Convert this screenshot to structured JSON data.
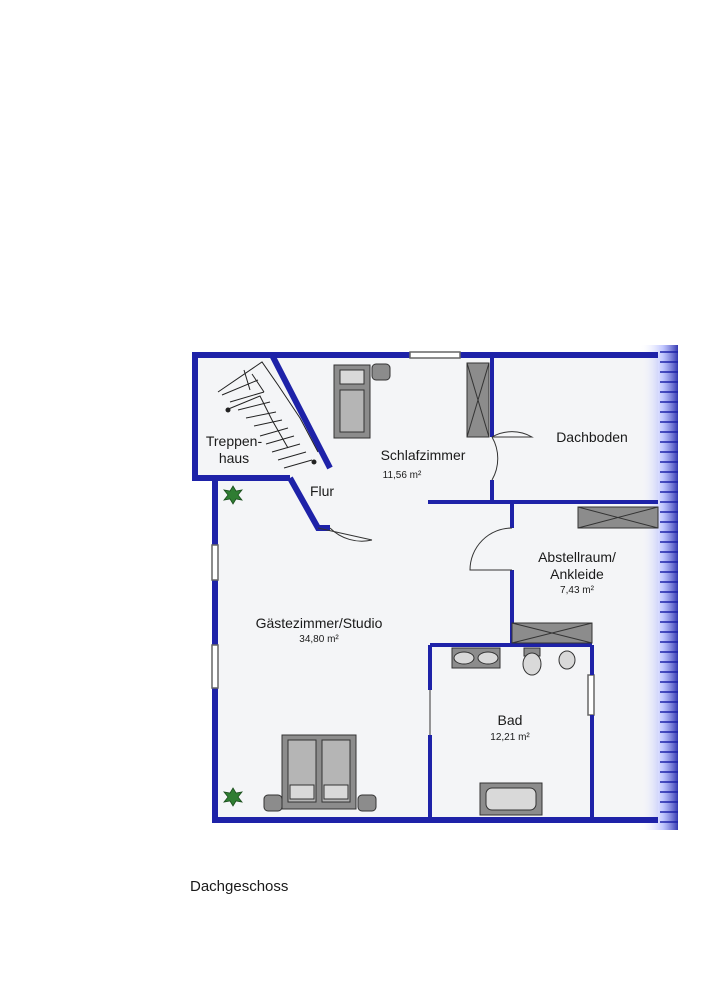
{
  "colors": {
    "wall": "#1e22a8",
    "floor": "#f4f5f7",
    "furniture": "#8c8c8c",
    "plant": "#2f7d32"
  },
  "icons": [
    "plant-icon",
    "bed-icon",
    "wardrobe-icon",
    "sink-icon",
    "toilet-icon",
    "bathtub-icon",
    "staircase-icon",
    "door-swing-icon"
  ],
  "rooms": {
    "treppenhaus": {
      "label_line1": "Treppen-",
      "label_line2": "haus"
    },
    "flur": {
      "label": "Flur"
    },
    "schlafzimmer": {
      "label": "Schlafzimmer",
      "area": "11,56 m²"
    },
    "dachboden": {
      "label": "Dachboden"
    },
    "abstellraum": {
      "label_line1": "Abstellraum/",
      "label_line2": "Ankleide",
      "area": "7,43 m²"
    },
    "gaestezimmer": {
      "label": "Gästezimmer/Studio",
      "area": "34,80 m²"
    },
    "bad": {
      "label": "Bad",
      "area": "12,21 m²"
    }
  },
  "caption": "Dachgeschoss"
}
